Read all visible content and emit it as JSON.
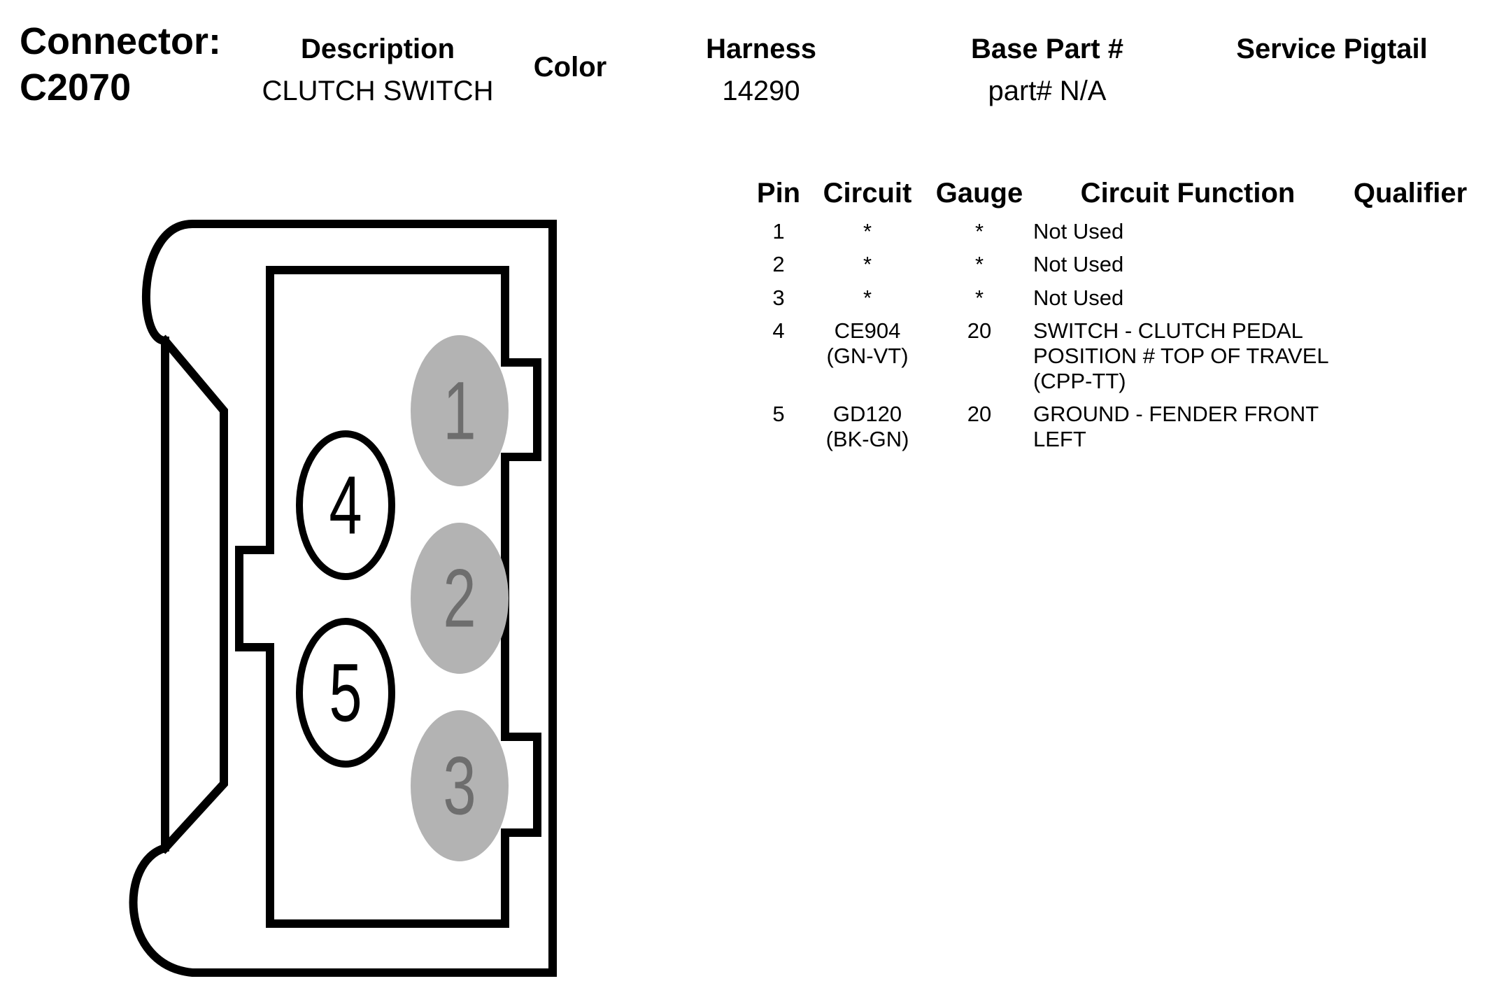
{
  "header": {
    "connector_label": "Connector:",
    "connector_id": "C2070",
    "description_label": "Description",
    "description_value": "CLUTCH SWITCH",
    "color_label": "Color",
    "harness_label": "Harness",
    "harness_value": "14290",
    "base_part_label": "Base Part #",
    "base_part_value": "part# N/A",
    "service_pigtail_label": "Service Pigtail"
  },
  "table": {
    "headers": {
      "pin": "Pin",
      "circuit": "Circuit",
      "gauge": "Gauge",
      "function": "Circuit Function",
      "qualifier": "Qualifier"
    },
    "rows": [
      {
        "pin": "1",
        "circuit": "*",
        "circuit_color": "",
        "gauge": "*",
        "function": "Not Used"
      },
      {
        "pin": "2",
        "circuit": "*",
        "circuit_color": "",
        "gauge": "*",
        "function": "Not Used"
      },
      {
        "pin": "3",
        "circuit": "*",
        "circuit_color": "",
        "gauge": "*",
        "function": "Not Used"
      },
      {
        "pin": "4",
        "circuit": "CE904",
        "circuit_color": "(GN-VT)",
        "gauge": "20",
        "function": "SWITCH - CLUTCH PEDAL\nPOSITION # TOP OF TRAVEL\n(CPP-TT)"
      },
      {
        "pin": "5",
        "circuit": "GD120",
        "circuit_color": "(BK-GN)",
        "gauge": "20",
        "function": "GROUND - FENDER FRONT\nLEFT"
      }
    ]
  },
  "diagram": {
    "pins": [
      {
        "label": "1",
        "state": "unused"
      },
      {
        "label": "2",
        "state": "unused"
      },
      {
        "label": "3",
        "state": "unused"
      },
      {
        "label": "4",
        "state": "used"
      },
      {
        "label": "5",
        "state": "used"
      }
    ],
    "colors": {
      "outline": "#000000",
      "unused_fill": "#b3b3b3",
      "unused_text": "#6e6e6e",
      "used_fill": "#ffffff",
      "used_text": "#000000"
    }
  }
}
